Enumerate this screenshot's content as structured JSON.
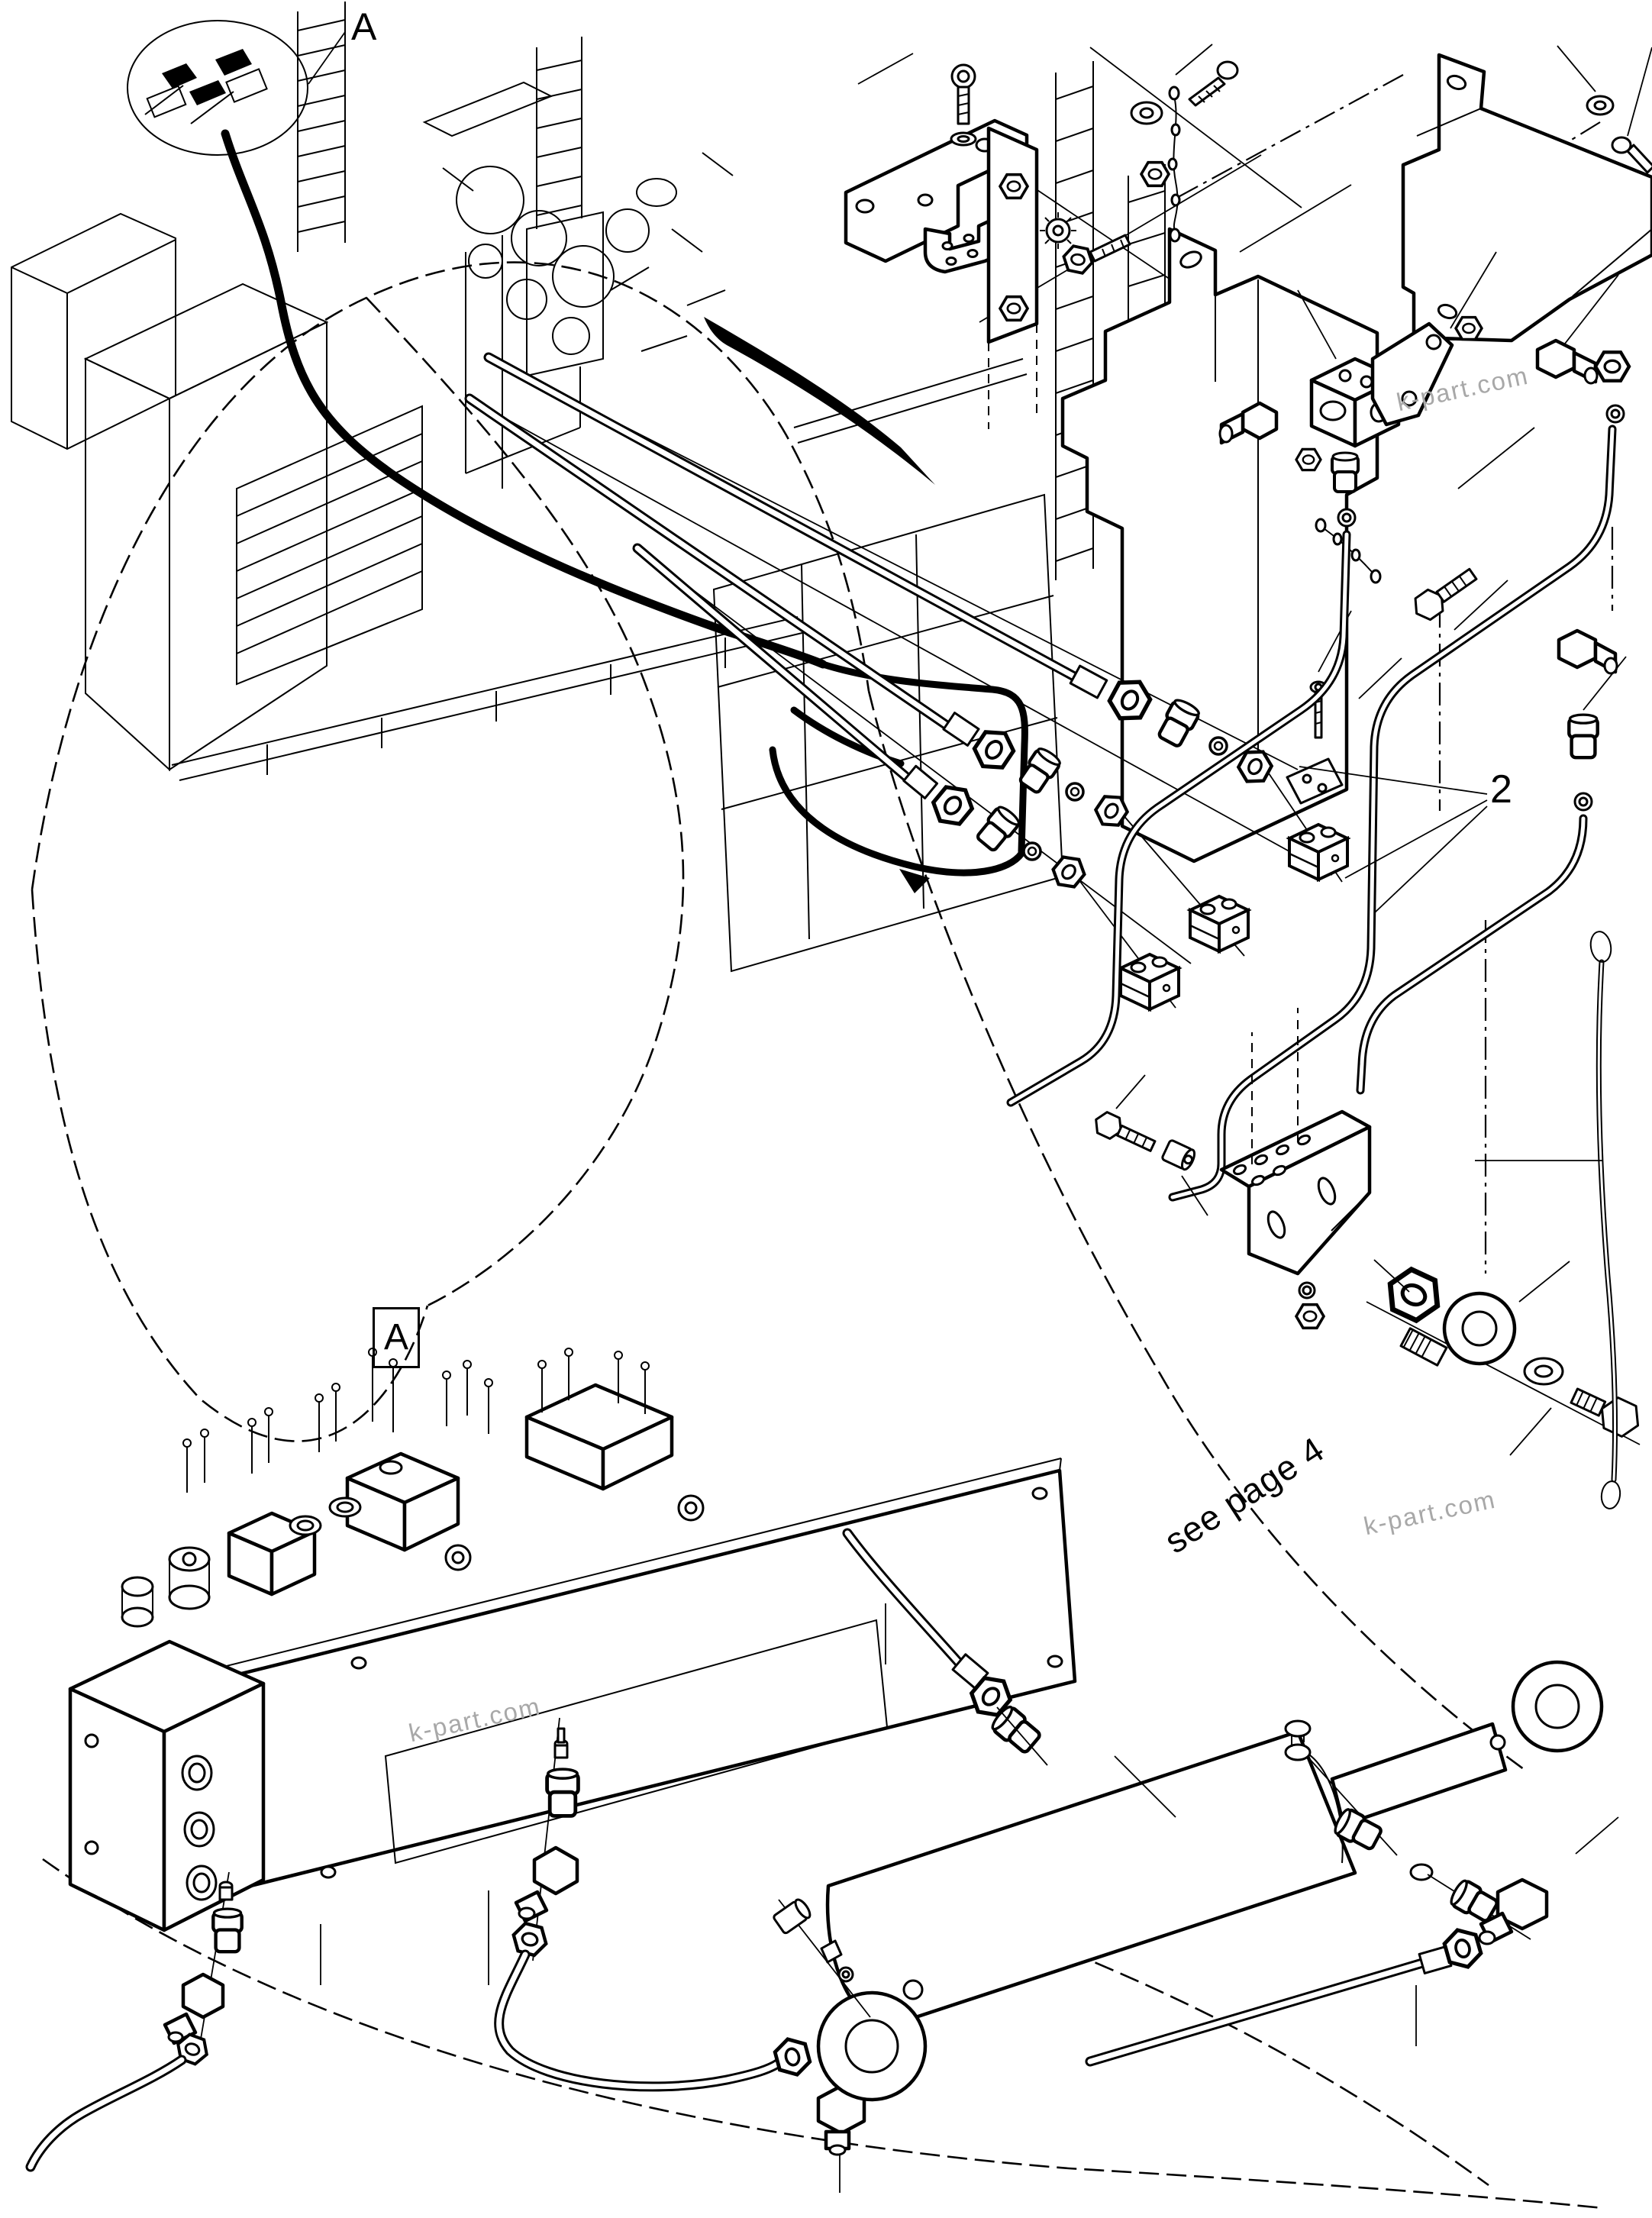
{
  "diagram": {
    "type": "exploded-parts-diagram",
    "background": "#ffffff",
    "ink_color": "#000000",
    "watermark_color": "#a8a8a8",
    "callouts": {
      "overview_detail": "A",
      "detail_box": "A",
      "item_number": "2",
      "cross_reference": "see page 4"
    },
    "watermarks": [
      {
        "text": "k-part.com"
      },
      {
        "text": "k-part.com"
      },
      {
        "text": "k-part.com"
      }
    ]
  }
}
